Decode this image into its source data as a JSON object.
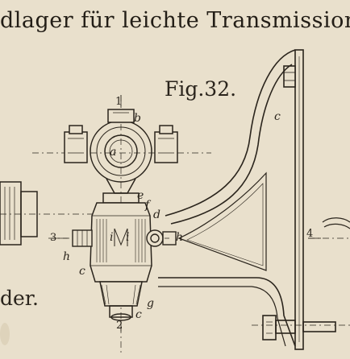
{
  "plate": {
    "title": "dlager für leichte Transmissions",
    "figure_label": "Fig.32.",
    "side_text": "der."
  },
  "part_letters": {
    "b": "b",
    "a": "a",
    "c_bracket": "c",
    "c_housing": "c",
    "c_bottom": "c",
    "e": "e",
    "f": "f",
    "d": "d",
    "i_left": "i",
    "i_right": "i",
    "h_left": "h",
    "h_right": "h",
    "g": "g"
  },
  "section_marks": {
    "one": "1",
    "two": "2",
    "three": "3",
    "four": "4"
  },
  "colors": {
    "paper": "#e9e0cc",
    "ink": "#2a241c",
    "stain": "#d8cdb4"
  }
}
